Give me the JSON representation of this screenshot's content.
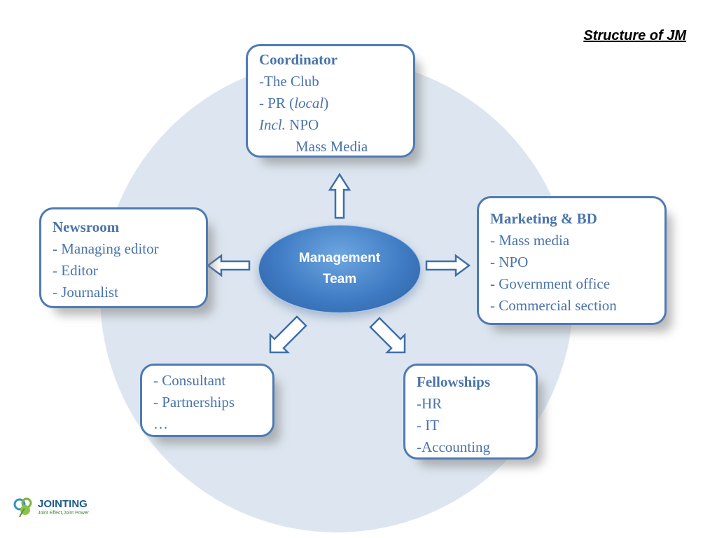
{
  "title": "Structure of JM",
  "center": {
    "line1": "Management",
    "line2": "Team"
  },
  "boxes": {
    "coordinator": {
      "heading": "Coordinator",
      "line1": "-The Club",
      "line2_prefix": "- PR (",
      "line2_italic": "local",
      "line2_suffix": ")",
      "line3_italic": "Incl.",
      "line3_text": " NPO",
      "line4": "Mass Media"
    },
    "newsroom": {
      "heading": "Newsroom",
      "items": [
        "- Managing editor",
        "- Editor",
        "- Journalist"
      ]
    },
    "marketing": {
      "heading": "Marketing & BD",
      "items": [
        "- Mass media",
        "- NPO",
        "- Government office",
        "- Commercial section"
      ]
    },
    "consultant": {
      "items": [
        "- Consultant",
        "- Partnerships",
        "…"
      ]
    },
    "fellowships": {
      "heading": "Fellowships",
      "items": [
        "-HR",
        "- IT",
        "-Accounting"
      ]
    }
  },
  "logo": {
    "name": "JOINTING",
    "tagline": "Joint Effect,Joint Power"
  },
  "colors": {
    "box_border": "#4f7bb3",
    "box_text": "#4a74aa",
    "circle": "#dde6f0",
    "center_fill": "#3f7cc4"
  }
}
